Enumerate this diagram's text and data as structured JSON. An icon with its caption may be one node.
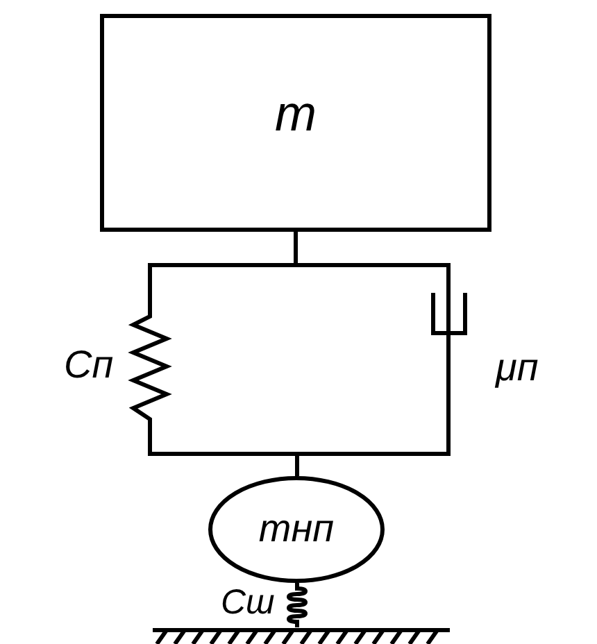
{
  "diagram": {
    "nodes": [
      {
        "text": [
          "m"
        ]
      },
      {
        "text": [
          "mнп"
        ]
      },
      {
        "text": [],
        "shape": "bar"
      }
    ],
    "edges": [
      {
        "from": 0,
        "to": 1,
        "arrow": "none",
        "label": "Сп"
      },
      {
        "from": 0,
        "to": 1,
        "arrow": "none",
        "label": "μп"
      },
      {
        "from": 1,
        "to": 2,
        "arrow": "none",
        "label": "Сш"
      }
    ]
  }
}
